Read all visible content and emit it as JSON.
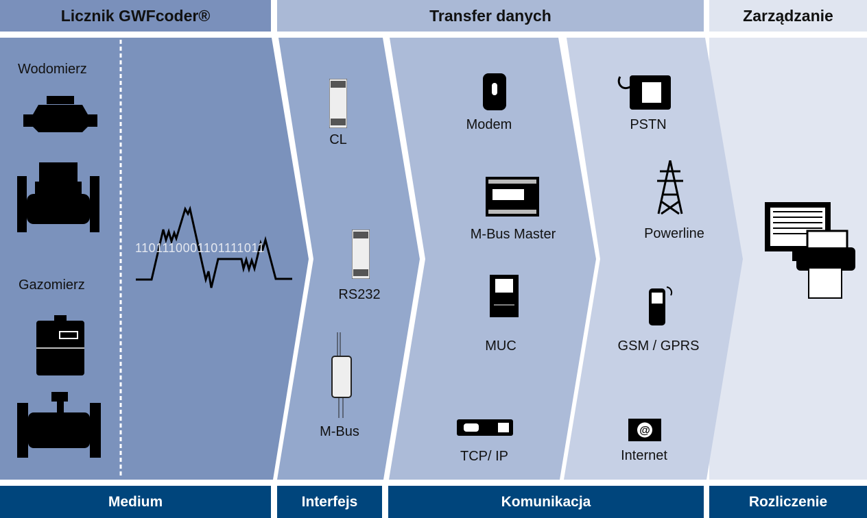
{
  "headers": {
    "meter": "Licznik GWFcoder®",
    "transfer": "Transfer danych",
    "management": "Zarządzanie"
  },
  "footers": {
    "medium": "Medium",
    "interface": "Interfejs",
    "communication": "Komunikacja",
    "billing": "Rozliczenie"
  },
  "medium": {
    "water_meter": "Wodomierz",
    "gas_meter": "Gazomierz",
    "binary_signal": "1101110001101111011"
  },
  "interfaces": [
    "CL",
    "RS232",
    "M-Bus"
  ],
  "communication": [
    "Modem",
    "M-Bus Master",
    "MUC",
    "TCP/ IP"
  ],
  "networks": [
    "PSTN",
    "Powerline",
    "GSM / GPRS",
    "Internet"
  ],
  "colors": {
    "medium": "#7b92bc",
    "interface": "#94a8cc",
    "communication": "#acbbd8",
    "network": "#c6d0e5",
    "management": "#e1e6f1",
    "footer": "#00457c"
  }
}
